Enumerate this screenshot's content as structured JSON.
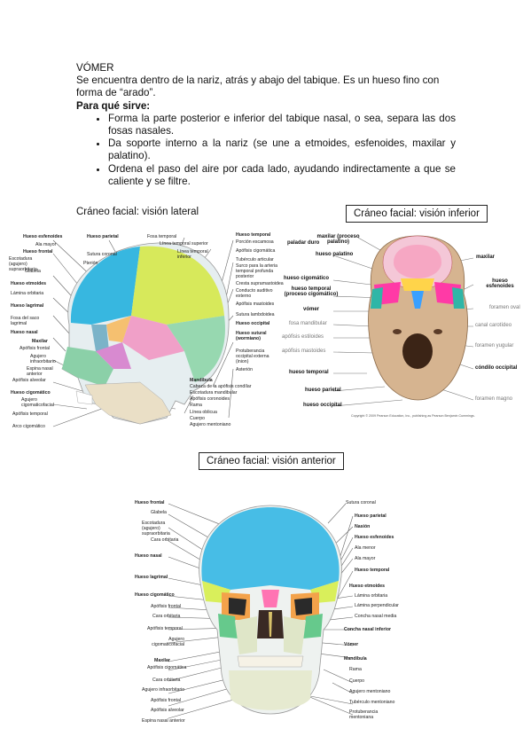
{
  "title": "VÓMER",
  "intro": "Se encuentra dentro de la nariz, atrás y abajo del tabique. Es un hueso fino con forma de “arado”.",
  "subtitle": "Para qué sirve:",
  "bullets": [
    "Forma la parte posterior e inferior del tabique nasal, o sea, separa las dos fosas nasales.",
    "Da soporte interno a la nariz (se une a etmoides, esfenoides, maxilar y palatino).",
    "Ordena el paso del aire por cada lado, ayudando indirectamente a que se caliente y se filtre."
  ],
  "captions": {
    "lateral": "Cráneo facial: visión lateral",
    "inferior": "Cráneo facial: visión inferior",
    "anterior": "Cráneo facial: visión anterior"
  },
  "lateral": {
    "left_labels": [
      "Hueso esfenoides",
      "Ala mayor",
      "Hueso frontal",
      "Escotadura (agujero) supraorbitaria",
      "Glabela",
      "Hueso etmoides",
      "Lámina orbitaria",
      "Hueso lagrimal",
      "Fosa del saco lagrimal",
      "Hueso nasal",
      "Maxilar",
      "Apófisis frontal",
      "Agujero infraorbitario",
      "Espina nasal anterior",
      "Apófisis alveolar",
      "Hueso cigomático",
      "Agujero cigomaticofacial",
      "Apófisis temporal",
      "Arco cigomático"
    ],
    "top_labels": [
      "Hueso parietal",
      "Sutura coronal",
      "Fosa temporal",
      "Línea temporal superior",
      "Línea temporal inferior",
      "Pterión"
    ],
    "right_labels": [
      "Hueso temporal",
      "Porción escamosa",
      "Apófisis cigomática",
      "Tubérculo articular",
      "Surco para la arteria temporal profunda posterior",
      "Cresta supramastoidea",
      "Conducto auditivo externo",
      "Apófisis mastoides",
      "Sutura lambdoidea",
      "Hueso occipital",
      "Hueso sutural (wormiano)",
      "Protuberancia occipital externa (inion)",
      "Asterión"
    ],
    "bottom_labels": [
      "Mandíbula",
      "Cabeza de la apófisis condílar",
      "Escotadura mandibular",
      "Apófisis coronoides",
      "Rama",
      "Línea oblicua",
      "Cuerpo",
      "Agujero mentoniano"
    ]
  },
  "inferior": {
    "left_labels": [
      "paladar duro",
      "maxilar (proceso palatino)",
      "hueso palatino",
      "hueso cigomático",
      "hueso temporal (proceso cigomático)",
      "vómer",
      "fosa mandibular",
      "apófisis estiloides",
      "apófisis mastoides",
      "hueso temporal",
      "hueso parietal",
      "hueso occipital"
    ],
    "right_labels": [
      "maxilar",
      "hueso esfenoides",
      "foramen oval",
      "canal carotídeo",
      "foramen yugular",
      "cóndilo occipital",
      "foramen magno"
    ],
    "copyright": "Copyright © 2009 Pearson Education, Inc., publishing as Pearson Benjamin Cummings."
  },
  "anterior": {
    "left_labels": [
      "Hueso frontal",
      "Glabela",
      "Escotadura (agujero) supraorbitaria",
      "Cara orbitaria",
      "Hueso nasal",
      "Hueso lagrimal",
      "Hueso cigomático",
      "Apófisis frontal",
      "Cara orbitaria",
      "Apófisis temporal",
      "Agujero cigomaticofacial",
      "Maxilar",
      "Apófisis cigomática",
      "Cara orbitaria",
      "Agujero infraorbitario",
      "Apófisis frontal",
      "Apófisis alveolar",
      "Espina nasal anterior"
    ],
    "right_labels": [
      "Sutura coronal",
      "Hueso parietal",
      "Nasión",
      "Hueso esfenoides",
      "Ala menor",
      "Ala mayor",
      "Hueso temporal",
      "Hueso etmoides",
      "Lámina orbitaria",
      "Lámina perpendicular",
      "Concha nasal media",
      "Concha nasal inferior",
      "Vómer",
      "Mandíbula",
      "Rama",
      "Cuerpo",
      "Agujero mentoniano",
      "Tubérculo mentoniano",
      "Protuberancia mentoniana"
    ]
  }
}
